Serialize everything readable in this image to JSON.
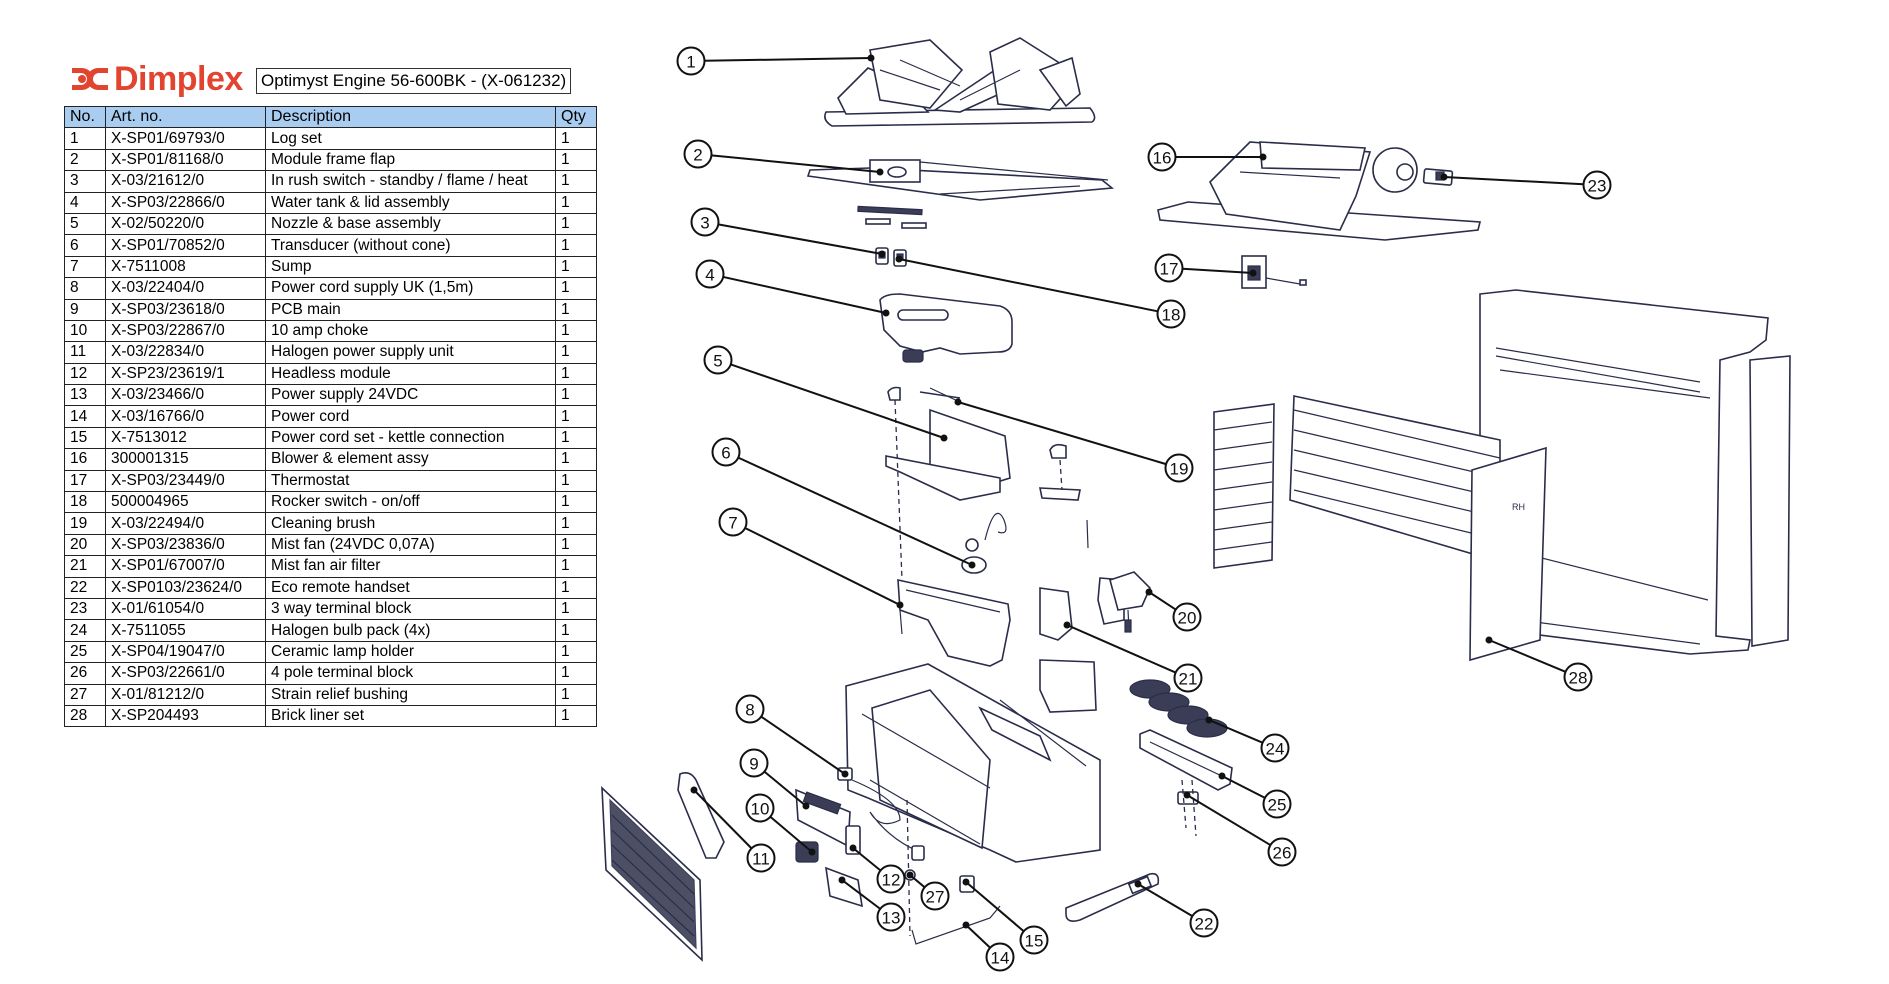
{
  "brand": {
    "name": "Dimplex",
    "color": "#e2452f",
    "icon": "dimplex-logo-icon"
  },
  "product_title": "Optimyst Engine 56-600BK - (X-061232)",
  "table": {
    "header_color": "#a9cdf0",
    "columns": [
      "No.",
      "Art. no.",
      "Description",
      "Qty"
    ],
    "rows": [
      {
        "no": "1",
        "art": "X-SP01/69793/0",
        "desc": "Log set",
        "qty": "1"
      },
      {
        "no": "2",
        "art": "X-SP01/81168/0",
        "desc": "Module frame flap",
        "qty": "1"
      },
      {
        "no": "3",
        "art": "X-03/21612/0",
        "desc": "In rush switch - standby / flame / heat",
        "qty": "1"
      },
      {
        "no": "4",
        "art": "X-SP03/22866/0",
        "desc": "Water tank & lid assembly",
        "qty": "1"
      },
      {
        "no": "5",
        "art": "X-02/50220/0",
        "desc": "Nozzle & base assembly",
        "qty": "1"
      },
      {
        "no": "6",
        "art": "X-SP01/70852/0",
        "desc": "Transducer (without cone)",
        "qty": "1"
      },
      {
        "no": "7",
        "art": "X-7511008",
        "desc": "Sump",
        "qty": "1"
      },
      {
        "no": "8",
        "art": "X-03/22404/0",
        "desc": "Power cord supply UK (1,5m)",
        "qty": "1"
      },
      {
        "no": "9",
        "art": "X-SP03/23618/0",
        "desc": "PCB main",
        "qty": "1"
      },
      {
        "no": "10",
        "art": "X-SP03/22867/0",
        "desc": "10 amp choke",
        "qty": "1"
      },
      {
        "no": "11",
        "art": "X-03/22834/0",
        "desc": "Halogen power supply unit",
        "qty": "1"
      },
      {
        "no": "12",
        "art": "X-SP23/23619/1",
        "desc": "Headless module",
        "qty": "1"
      },
      {
        "no": "13",
        "art": "X-03/23466/0",
        "desc": "Power supply 24VDC",
        "qty": "1"
      },
      {
        "no": "14",
        "art": "X-03/16766/0",
        "desc": "Power cord",
        "qty": "1"
      },
      {
        "no": "15",
        "art": "X-7513012",
        "desc": "Power cord set - kettle connection",
        "qty": "1"
      },
      {
        "no": "16",
        "art": "300001315",
        "desc": "Blower & element assy",
        "qty": "1"
      },
      {
        "no": "17",
        "art": "X-SP03/23449/0",
        "desc": "Thermostat",
        "qty": "1"
      },
      {
        "no": "18",
        "art": "500004965",
        "desc": "Rocker switch - on/off",
        "qty": "1"
      },
      {
        "no": "19",
        "art": "X-03/22494/0",
        "desc": "Cleaning brush",
        "qty": "1"
      },
      {
        "no": "20",
        "art": "X-SP03/23836/0",
        "desc": "Mist fan (24VDC 0,07A)",
        "qty": "1"
      },
      {
        "no": "21",
        "art": "X-SP01/67007/0",
        "desc": "Mist fan air filter",
        "qty": "1"
      },
      {
        "no": "22",
        "art": "X-SP0103/23624/0",
        "desc": "Eco remote handset",
        "qty": "1"
      },
      {
        "no": "23",
        "art": "X-01/61054/0",
        "desc": "3 way terminal block",
        "qty": "1"
      },
      {
        "no": "24",
        "art": "X-7511055",
        "desc": "Halogen bulb pack (4x)",
        "qty": "1"
      },
      {
        "no": "25",
        "art": "X-SP04/19047/0",
        "desc": "Ceramic lamp holder",
        "qty": "1"
      },
      {
        "no": "26",
        "art": "X-SP03/22661/0",
        "desc": "4 pole terminal block",
        "qty": "1"
      },
      {
        "no": "27",
        "art": "X-01/81212/0",
        "desc": "Strain relief bushing",
        "qty": "1"
      },
      {
        "no": "28",
        "art": "X-SP204493",
        "desc": "Brick liner set",
        "qty": "1"
      }
    ]
  },
  "diagram": {
    "callouts": [
      {
        "label": "1",
        "part": "log-set"
      },
      {
        "label": "2",
        "part": "module-frame-flap"
      },
      {
        "label": "3",
        "part": "in-rush-switch"
      },
      {
        "label": "4",
        "part": "water-tank"
      },
      {
        "label": "5",
        "part": "nozzle-base"
      },
      {
        "label": "6",
        "part": "transducer"
      },
      {
        "label": "7",
        "part": "sump"
      },
      {
        "label": "8",
        "part": "power-cord-supply"
      },
      {
        "label": "9",
        "part": "pcb-main"
      },
      {
        "label": "10",
        "part": "amp-choke"
      },
      {
        "label": "11",
        "part": "halogen-psu"
      },
      {
        "label": "12",
        "part": "headless-module"
      },
      {
        "label": "13",
        "part": "power-supply-24vdc"
      },
      {
        "label": "14",
        "part": "power-cord"
      },
      {
        "label": "15",
        "part": "kettle-cord-set"
      },
      {
        "label": "16",
        "part": "blower-element"
      },
      {
        "label": "17",
        "part": "thermostat"
      },
      {
        "label": "18",
        "part": "rocker-switch"
      },
      {
        "label": "19",
        "part": "cleaning-brush"
      },
      {
        "label": "20",
        "part": "mist-fan"
      },
      {
        "label": "21",
        "part": "mist-fan-filter"
      },
      {
        "label": "22",
        "part": "remote-handset"
      },
      {
        "label": "23",
        "part": "terminal-block-3way"
      },
      {
        "label": "24",
        "part": "halogen-bulbs"
      },
      {
        "label": "25",
        "part": "ceramic-lamp-holder"
      },
      {
        "label": "26",
        "part": "terminal-block-4pole"
      },
      {
        "label": "27",
        "part": "strain-relief-bushing"
      },
      {
        "label": "28",
        "part": "brick-liner-set"
      }
    ]
  }
}
